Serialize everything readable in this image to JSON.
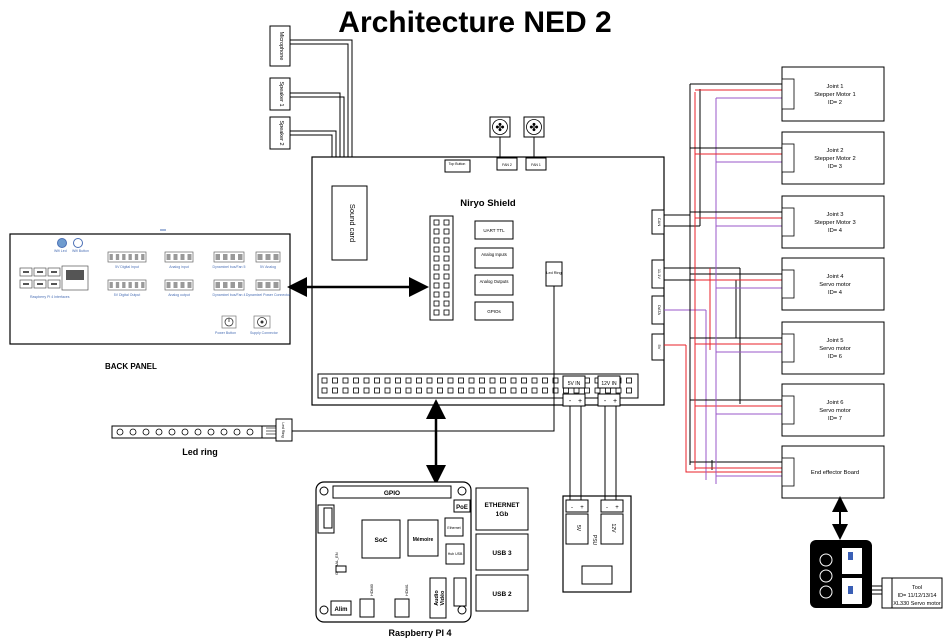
{
  "title": "Architecture NED 2",
  "back_panel": {
    "label": "BACK PANEL",
    "top_labels": [
      "Wifi Led",
      "Wifi Button"
    ],
    "sub_labels": [
      "Raspberry Pi 4 Interfaces",
      "5V Digital Input",
      "Analog input",
      "Dynamixel bus/Fan 5",
      "5V Analog",
      "5V Digital Output",
      "Analog output",
      "Dynamixel bus/Fan 4",
      "Dynamixel Power Connector"
    ],
    "bottom_labels": [
      "Power Button",
      "Supply Connector"
    ]
  },
  "mic_label": "Microphone",
  "speakers": [
    "Speaker 1",
    "Speaker 2"
  ],
  "shield": {
    "title": "Niryo Shield",
    "top_button": "Top Button",
    "fans": [
      "FAN 2",
      "FAN 1"
    ],
    "sound_card": "Sound card",
    "blocks": [
      "UART TTL",
      "Analog Inputs",
      "Analog Outputs",
      "GPIOs"
    ],
    "led_ring_port": "Led Ring",
    "ports": [
      "CAN",
      "11.1V",
      "DATA",
      "5V"
    ],
    "power": [
      {
        "label": "5V IN",
        "minus": "-",
        "plus": "+"
      },
      {
        "label": "12V IN",
        "minus": "-",
        "plus": "+"
      }
    ]
  },
  "led_ring": {
    "label": "Led ring",
    "connector": "Led Ring"
  },
  "raspberry": {
    "label": "Raspberry PI 4",
    "gpio": "GPIO",
    "poe": "PoE",
    "ethernet": [
      "ETHERNET",
      "1Gb"
    ],
    "soc": "SoC",
    "memory": "Mémoire",
    "ethernet_chip": "Ethernet",
    "usb_ctrl": "Hub USB",
    "usb3": "USB 3",
    "usb2": "USB 2",
    "alim": "Alim",
    "hdmi0": "HDMI0",
    "hdmi1": "HDMI1",
    "audio": [
      "Audio",
      "Vidéo"
    ],
    "global_en": "GLOBAL_EN"
  },
  "psu": {
    "label": "PSU",
    "v5": "5V",
    "v12": "12V",
    "minus": "-",
    "plus": "+"
  },
  "joints": [
    {
      "lines": [
        "Joint 1",
        "Stepper Motor 1",
        "ID= 2"
      ]
    },
    {
      "lines": [
        "Joint 2",
        "Stepper Motor 2",
        "ID= 3"
      ]
    },
    {
      "lines": [
        "Joint 3",
        "Stepper Motor 3",
        "ID= 4"
      ]
    },
    {
      "lines": [
        "Joint 4",
        "Servo motor",
        "ID= 4"
      ]
    },
    {
      "lines": [
        "Joint 5",
        "Servo motor",
        "ID= 6"
      ]
    },
    {
      "lines": [
        "Joint 6",
        "Servo motor",
        "ID= 7"
      ]
    },
    {
      "lines": [
        "End effector Board"
      ]
    }
  ],
  "tool": {
    "lines": [
      "Tool",
      "ID= 11/12/13/14",
      "XL330 Servo motor"
    ]
  },
  "colors": {
    "power_wire": "#e8202a",
    "data_wire": "#9a57c9",
    "line": "#000000"
  }
}
